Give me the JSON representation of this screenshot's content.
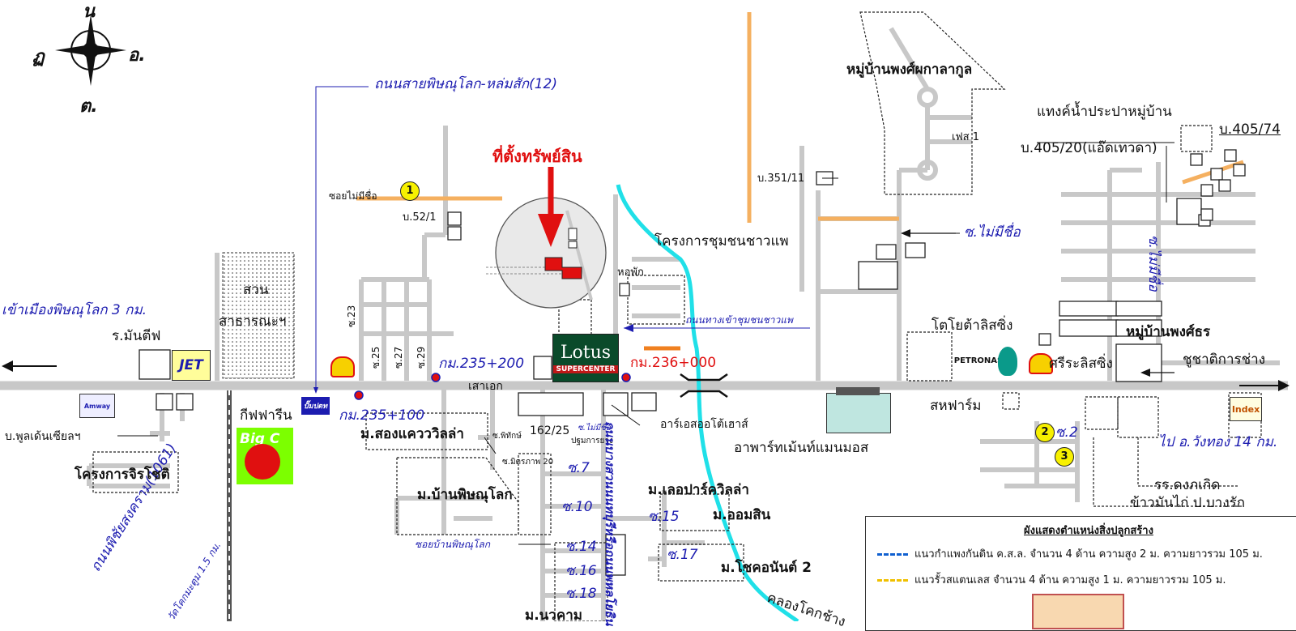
{
  "compass": {
    "north": "น",
    "south": "ต.",
    "west": "ฏ",
    "east": "อ."
  },
  "roads": {
    "main_highway": "ถนนสายพิษณุโลก-หล่มสัก(12)",
    "to_city": "เข้าเมืองพิษณุโลก 3 กม.",
    "to_wangthong": "ไป อ.วังทอง 14 กม.",
    "km_235_200": "กม.235+200",
    "km_236_000": "กม.236+000",
    "km_235_100": "กม.235+100",
    "road_chaipae": "ถนนทางเข้าชุมชนชาวแพ",
    "road_1061_a": "ถนนพิชัยสงคราม(1061)",
    "road_1061_b": "วัดโคกมะตูม 1.5 กม.",
    "road_south": "ถนนบางสวนนนทบุรีหรือถนนพหลโยธิน",
    "soi_phitsanulok": "ซอยบ้านพิษณุโลก"
  },
  "sois": {
    "s23": "ซ.23",
    "s25": "ซ.25",
    "s27": "ซ.27",
    "s29": "ซ.29",
    "s7": "ซ.7",
    "s10": "ซ.10",
    "s14": "ซ.14",
    "s15": "ซ.15",
    "s16": "ซ.16",
    "s17": "ซ.17",
    "s18": "ซ.18",
    "s2": "ซ.2",
    "no_name_1": "ซอยไม่มีชื่อ",
    "no_name_2": "ซ.ไม่มีชื่อ",
    "no_name_3": "ซ.ไม่มีชื่อ",
    "no_name_4": "ซ.ไม่มีชื่อ",
    "phithak": "ซ.พิทักษ์",
    "mitraphap": "ซ.มิตรภาพ 20",
    "pathum": "ปฐมการยาง"
  },
  "places": {
    "asset_location": "ที่ตั้งทรัพย์สิน",
    "park_a": "สวน",
    "park_b": "สาธารณะฯ",
    "r_manti": "ร.มันตีฟ",
    "jet": "JET",
    "kiff": "กีฟฟารีน",
    "bigc": "Big C",
    "amway": "Amway",
    "b_pulden": "บ.พูลเด้นเซียลฯ",
    "chiroj": "โครงการจิรโชติ",
    "song_khwae": "ม.สองแควววิลล่า",
    "ban_phitsanulok": "ม.บ้านพิษณุโลก",
    "laser_park": "ม.เลอปาร์ควิลล่า",
    "om_sin": "ม.ออมสิน",
    "chok_anan": "ม.โชคอนันต์ 2",
    "nawakham": "ม.นวคาม",
    "chaipae": "โครงการชุมชนชาวแพ",
    "hophak": "หอพัก",
    "lotus_a": "Lotus",
    "lotus_b": "SUPERCENTER",
    "sao_ek": "เสาเอก",
    "n162": "162/25",
    "rs_auto": "อาร์เอสออโต้เฮาส์",
    "apartment": "อาพาร์ทเม้นท์แมนมอส",
    "klong": "คลองโคกช้าง",
    "village_phongphaka": "หมู่บ้านพงศ์ผกาลากูล",
    "phase1": "เฟส 1",
    "tank": "แทงค์น้ำประปาหมู่บ้าน",
    "b405_20": "บ.405/20(แอ๊ดเทวดา)",
    "b405_74": "บ.405/74",
    "b351_11": "บ.351/11",
    "b52_1": "บ.52/1",
    "toyota": "โตโยต้าลิสซิ่ง",
    "petronas": "PETRONAS",
    "sri_leasing": "ศรีระลิสซิ่ง",
    "village_phongthon": "หมู่บ้านพงศ์ธร",
    "chuchati": "ชูชาติการช่าง",
    "sahafarm": "สหฟาร์ม",
    "index": "Index",
    "school": "รร.ดงภเกิด",
    "khaomankai": "ข้าวมันไก่ ป.บางรัก",
    "pt": "ปั๊มปตท"
  },
  "markers": [
    "1",
    "2",
    "3"
  ],
  "legend": {
    "title": "ผังแสดงตำแหน่งสิ่งปลูกสร้าง",
    "row1": "แนวกำแพงกันดิน ค.ส.ล. จำนวน 4 ด้าน ความสูง 2 ม. ความยาวรวม 105 ม.",
    "row2": "แนวรั้วสแตนเลส จำนวน 4 ด้าน ความสูง 1 ม. ความยาวรวม 105 ม."
  },
  "colors": {
    "road": "#c8c8c8",
    "canal": "#20e0e8",
    "orange_road": "#f5b060",
    "red": "#e01010",
    "blue_text": "#1c1cb0"
  }
}
